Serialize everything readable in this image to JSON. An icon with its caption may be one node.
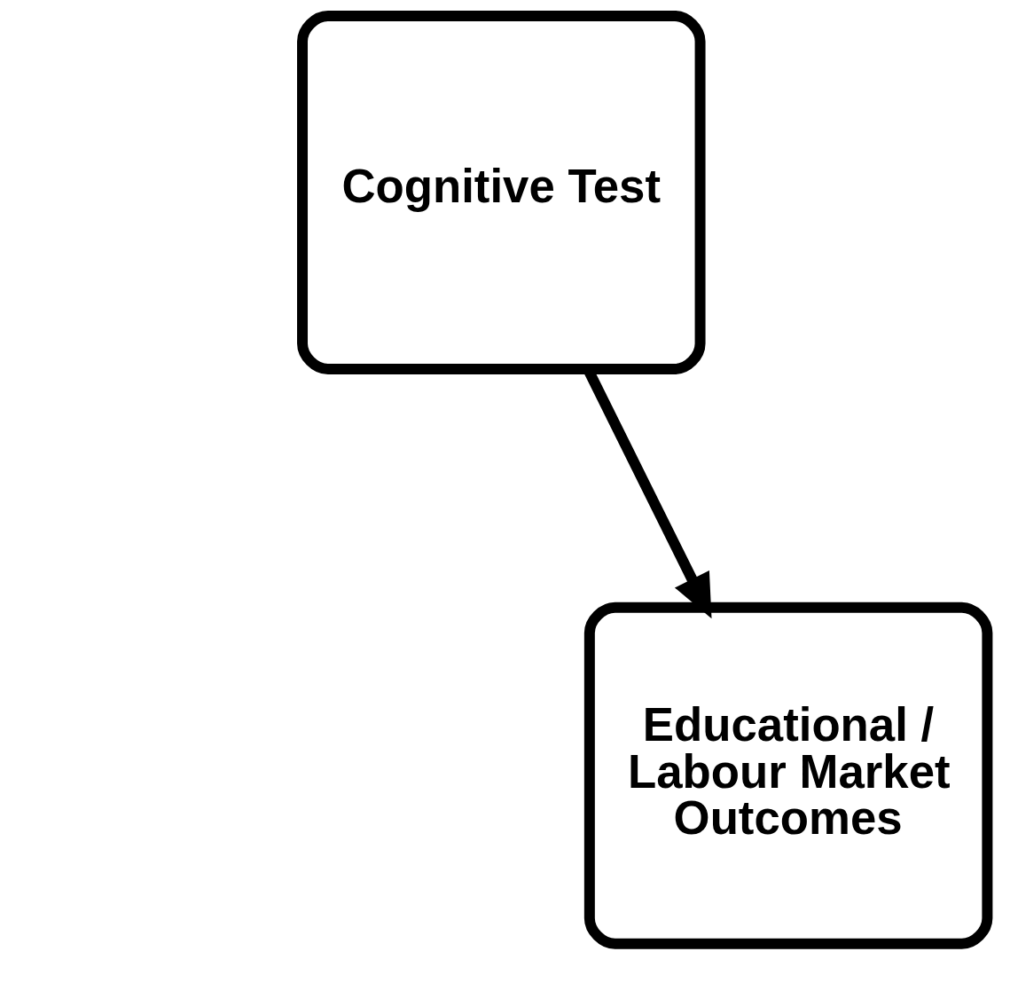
{
  "diagram": {
    "nodes": [
      {
        "text": [
          "Cognitive Test"
        ]
      },
      {
        "text": [
          "Educational / Labour Market Outcomes"
        ]
      }
    ],
    "edges": [
      {
        "from": 0,
        "to": 1,
        "arrow": "to"
      }
    ]
  }
}
